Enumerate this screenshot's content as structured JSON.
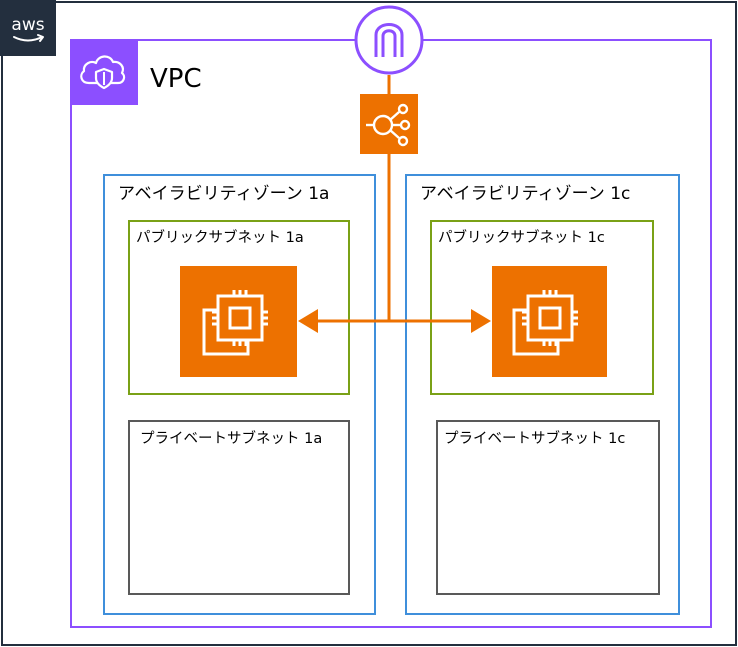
{
  "labels": {
    "vpc": "VPC",
    "az_1a": "アベイラビリティゾーン 1a",
    "az_1c": "アベイラビリティゾーン 1c",
    "public_subnet_1a": "パブリックサブネット 1a",
    "public_subnet_1c": "パブリックサブネット 1c",
    "private_subnet_1a": "プライベートサブネット 1a",
    "private_subnet_1c": "プライベートサブネット 1c",
    "aws_logo": "aws"
  },
  "icons": {
    "aws_badge": "aws-logo-icon",
    "vpc_badge": "vpc-cloud-shield-icon",
    "internet_gateway": "internet-gateway-icon",
    "load_balancer": "elastic-load-balancer-icon",
    "ec2_instance": "ec2-instance-icon"
  },
  "colors": {
    "aws_cloud": "#232f3e",
    "vpc": "#8c4fff",
    "availability_zone": "#3f8fdb",
    "public_subnet": "#7aa116",
    "private_subnet": "#595959",
    "compute": "#ed7100",
    "connector": "#ed7100"
  }
}
